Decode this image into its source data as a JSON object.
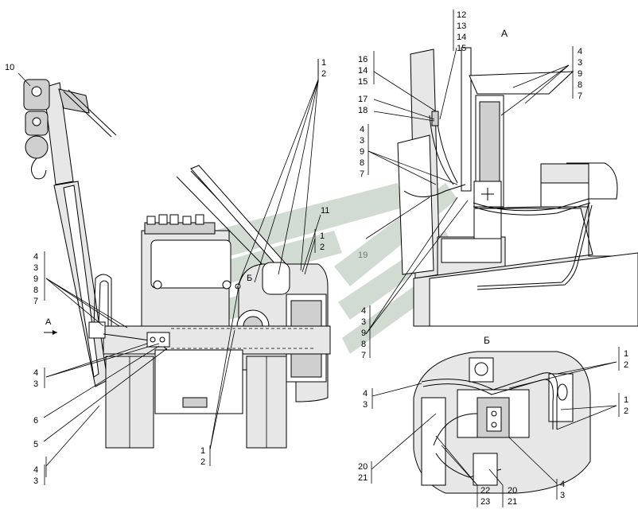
{
  "views": {
    "view_a_title": "А",
    "view_b_title": "Б",
    "view_b_marker": "Б",
    "arrow_a_label": "А"
  },
  "callouts": {
    "c_10": "10",
    "c_1_top": "1",
    "c_2_top": "2",
    "c_11": "11",
    "c_1_mid": "1",
    "c_2_mid": "2",
    "c_4_left": "4",
    "c_3_left": "3",
    "c_9_left": "9",
    "c_8_left": "8",
    "c_7_left": "7",
    "c_4_left2": "4",
    "c_3_left2": "3",
    "c_6": "6",
    "c_5": "5",
    "c_4_bottom": "4",
    "c_3_bottom": "3",
    "c_1_bottom": "1",
    "c_2_bottom": "2",
    "c_12": "12",
    "c_13": "13",
    "c_14a": "14",
    "c_15a": "15",
    "c_16": "16",
    "c_14b": "14",
    "c_15b": "15",
    "c_17": "17",
    "c_18": "18",
    "c_4_a1": "4",
    "c_3_a1": "3",
    "c_9_a1": "9",
    "c_8_a1": "8",
    "c_7_a1": "7",
    "c_19": "19",
    "c_4_a2": "4",
    "c_3_a2": "3",
    "c_9_a2": "9",
    "c_8_a2": "8",
    "c_7_a2": "7",
    "c_4_tr": "4",
    "c_3_tr": "3",
    "c_9_tr": "9",
    "c_8_tr": "8",
    "c_7_tr": "7",
    "c_1_b1": "1",
    "c_2_b1": "2",
    "c_4_b": "4",
    "c_3_b": "3",
    "c_1_b2": "1",
    "c_2_b2": "2",
    "c_20a": "20",
    "c_21a": "21",
    "c_22": "22",
    "c_23": "23",
    "c_20b": "20",
    "c_21b": "21",
    "c_4_b3": "4",
    "c_3_b3": "3"
  },
  "colors": {
    "line": "#000000",
    "fill_light": "#e7e7e7",
    "fill_dark": "#cfcfcf",
    "watermark": "#9ab09a"
  }
}
